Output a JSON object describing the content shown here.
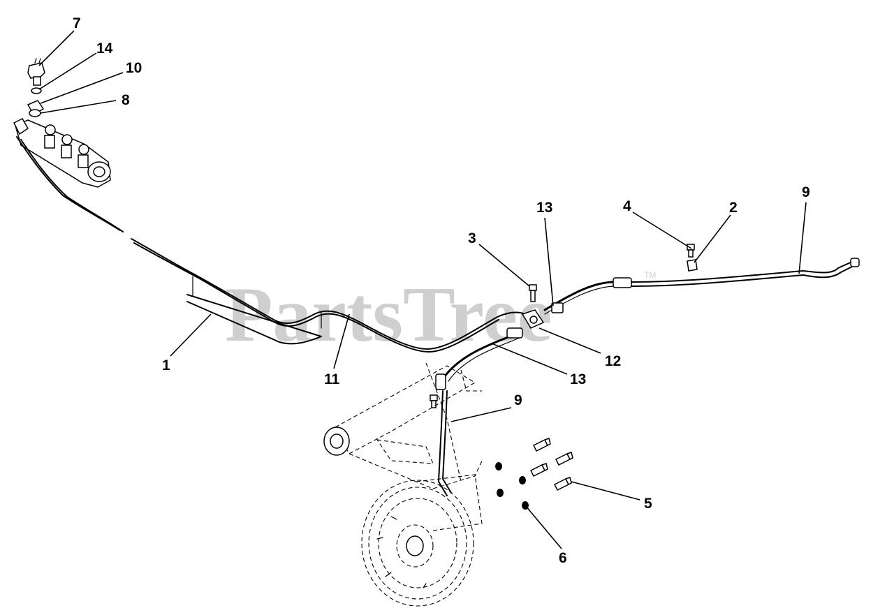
{
  "watermark": {
    "text": "PartsTree",
    "tm": "TM"
  },
  "callouts": {
    "c1": "1",
    "c2": "2",
    "c3": "3",
    "c4": "4",
    "c5": "5",
    "c6": "6",
    "c7": "7",
    "c8": "8",
    "c9a": "9",
    "c9b": "9",
    "c10": "10",
    "c11": "11",
    "c12": "12",
    "c13a": "13",
    "c13b": "13",
    "c14": "14"
  }
}
